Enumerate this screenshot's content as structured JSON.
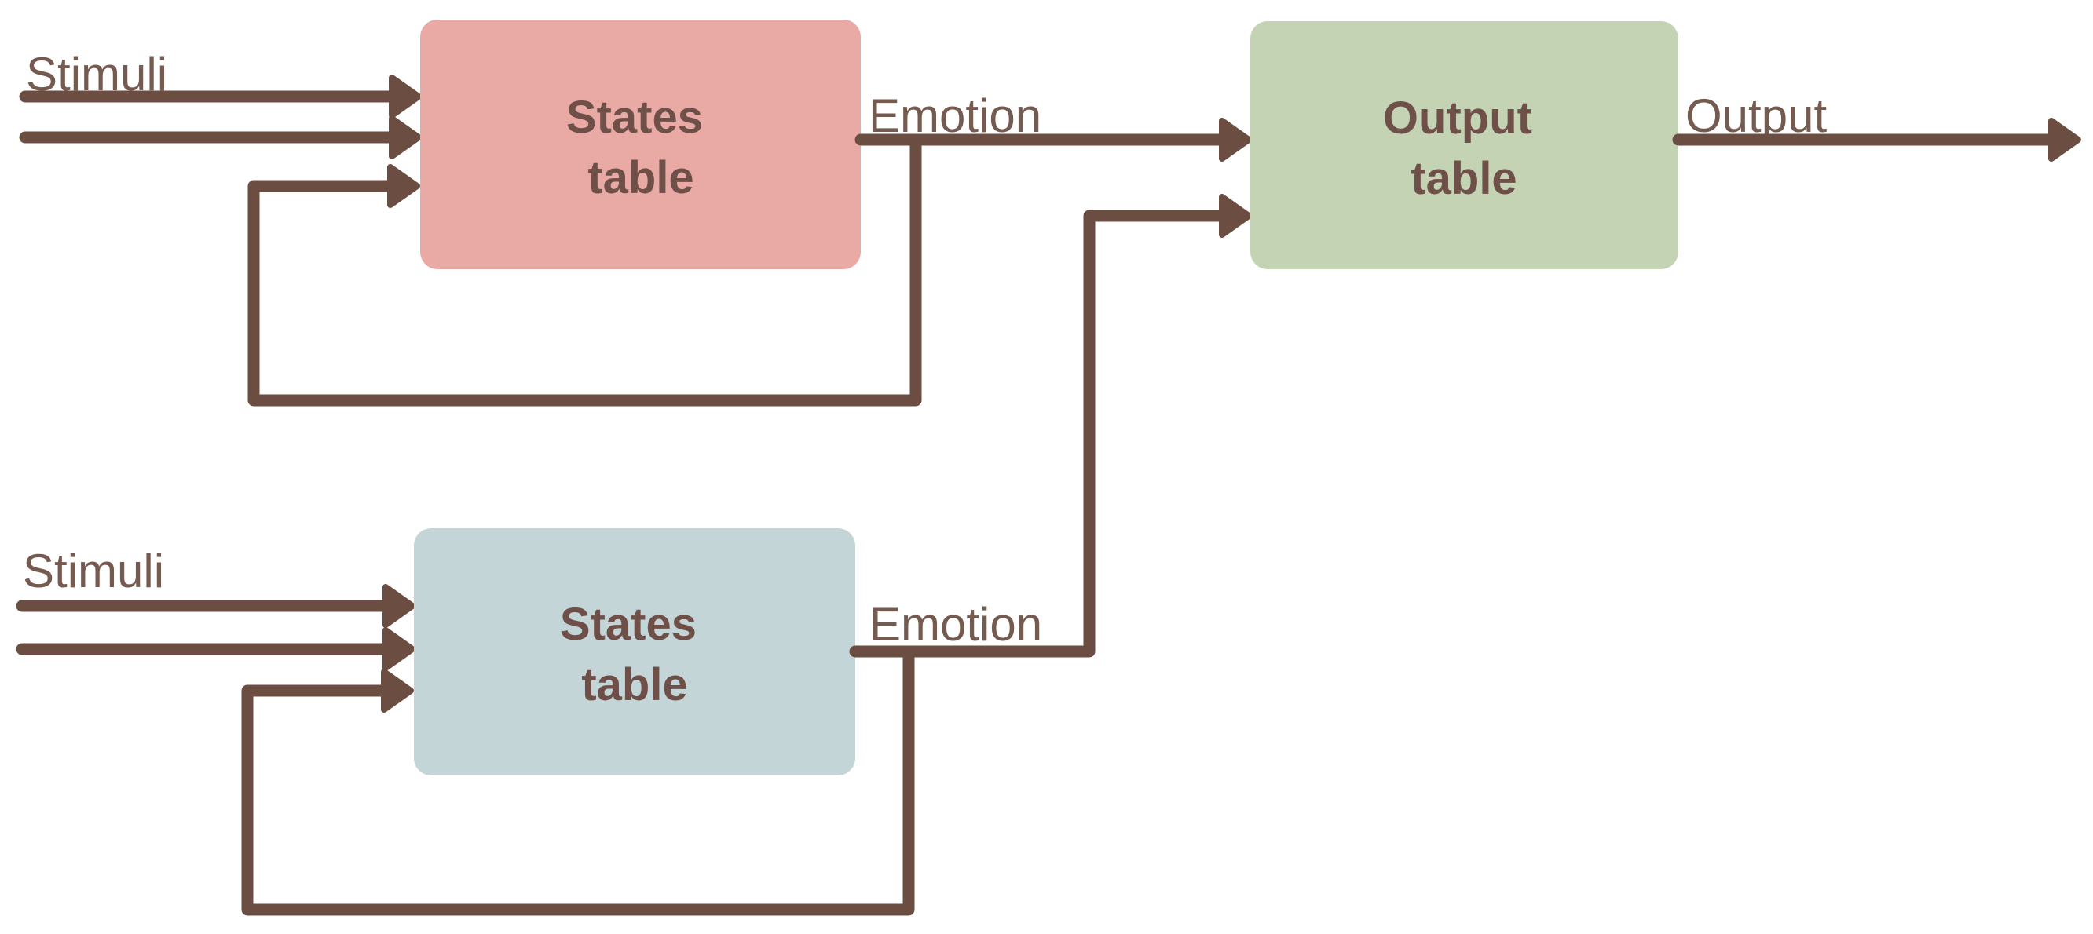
{
  "title": "Emotion model block diagram",
  "colors": {
    "background": "#ffffff",
    "line": "#6b4d42",
    "label_text": "#755a50",
    "box_text": "#6e5049",
    "states_box_top": "#e9a9a4",
    "states_box_bottom": "#c4d5d8",
    "output_box": "#c5d3b5"
  },
  "labels": {
    "stimuli_top": "Stimuli",
    "stimuli_bottom": "Stimuli",
    "emotion_top": "Emotion",
    "emotion_bottom": "Emotion",
    "output": "Output"
  },
  "nodes": {
    "states_top": {
      "line1": "States",
      "line2": "table"
    },
    "states_bottom": {
      "line1": "States",
      "line2": "table"
    },
    "output": {
      "line1": "Output",
      "line2": "table"
    }
  }
}
